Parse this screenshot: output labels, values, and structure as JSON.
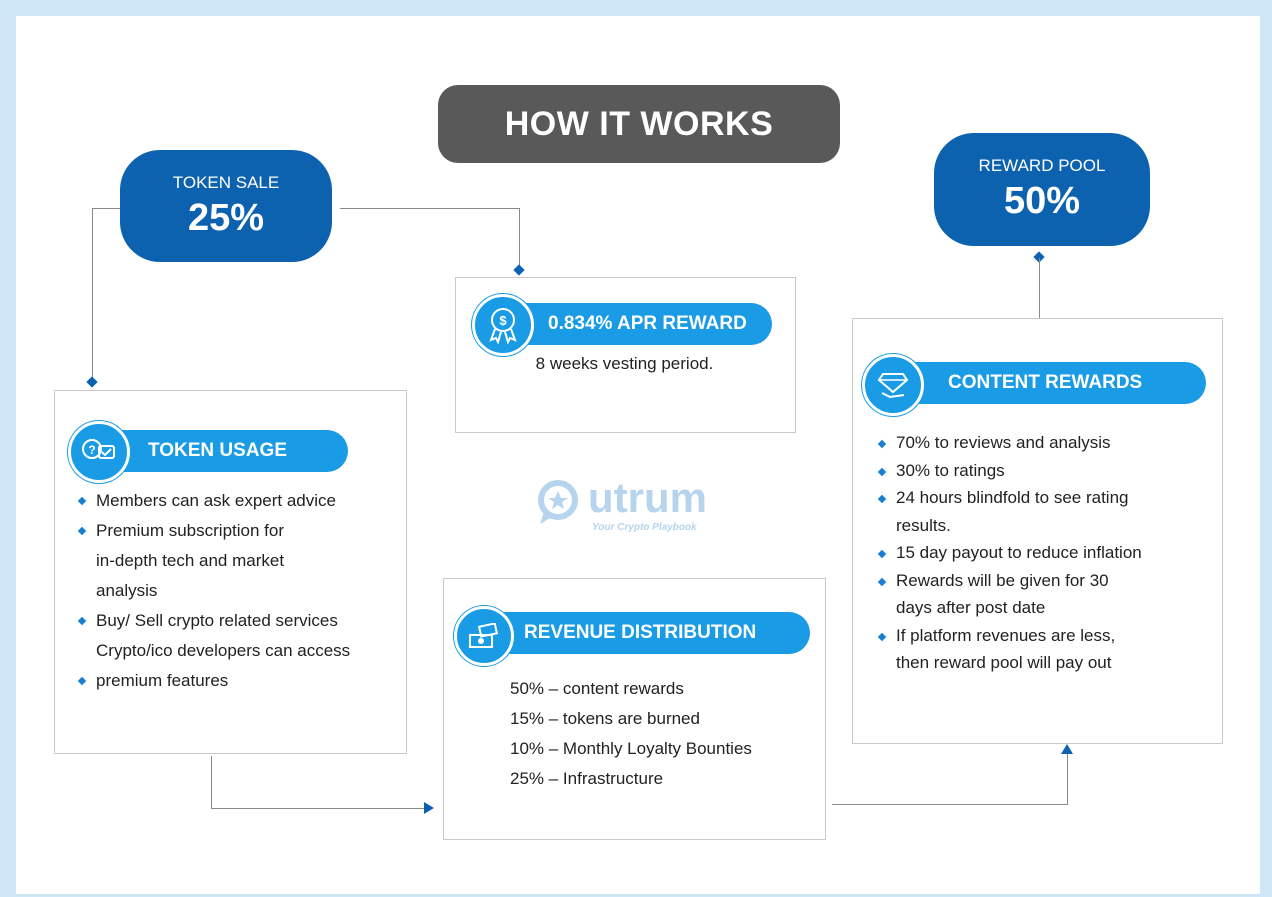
{
  "title": "HOW IT WORKS",
  "token_sale": {
    "label": "TOKEN SALE",
    "percent": "25%"
  },
  "reward_pool": {
    "label": "REWARD POOL",
    "percent": "50%"
  },
  "apr": {
    "heading": "0.834% APR REWARD",
    "text": "8 weeks vesting period."
  },
  "token_usage": {
    "heading": "TOKEN USAGE",
    "items": [
      "Members can ask expert advice",
      "Premium subscription for",
      "in-depth tech and market",
      "analysis",
      "Buy/ Sell crypto related services",
      "Crypto/ico developers can access",
      "premium features"
    ]
  },
  "revenue": {
    "heading": "REVENUE DISTRIBUTION",
    "items": [
      "50%  – content rewards",
      "15% – tokens are burned",
      "10% – Monthly Loyalty Bounties",
      "25% – Infrastructure"
    ]
  },
  "content_rewards": {
    "heading": "CONTENT REWARDS",
    "items": [
      "70% to reviews and analysis",
      "30% to ratings",
      "24 hours blindfold to see rating",
      "results.",
      "15 day payout to reduce inflation",
      "Rewards will be given for 30",
      "days after post date",
      "If platform revenues are less,",
      "then reward pool will pay out"
    ]
  },
  "logo": {
    "name": "utrum",
    "tagline": "Your Crypto Playbook"
  },
  "colors": {
    "primary": "#0d62b0",
    "accent": "#1a9be6",
    "title_bg": "#595959"
  },
  "icons": [
    "dollar-badge-icon",
    "chat-question-icon",
    "money-stack-icon",
    "diamond-hand-icon"
  ]
}
